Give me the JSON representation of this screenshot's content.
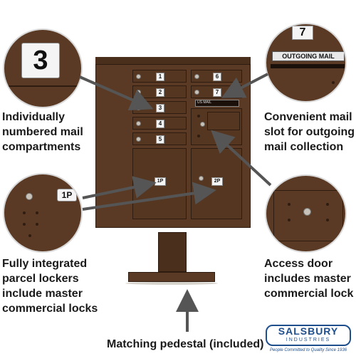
{
  "callouts": {
    "top_left": {
      "line1": "Individually",
      "line2": "numbered mail",
      "line3": "compartments"
    },
    "top_right": {
      "line1": "Convenient mail",
      "line2": "slot for outgoing",
      "line3": "mail collection"
    },
    "bottom_left": {
      "line1": "Fully integrated",
      "line2": "parcel lockers",
      "line3": "include master",
      "line4": "commercial locks"
    },
    "bottom_right": {
      "line1": "Access door",
      "line2": "includes master",
      "line3": "commercial lock"
    },
    "bottom_center": "Matching pedestal (included)"
  },
  "zoom_circles": {
    "top_left_number": "3",
    "top_right_number": "7",
    "top_right_slot_label": "OUTGOING MAIL",
    "bottom_left_label": "1P"
  },
  "compartments": {
    "left": [
      "1",
      "2",
      "3",
      "4",
      "5"
    ],
    "right": [
      "6",
      "7"
    ],
    "parcel": [
      "1P",
      "2P"
    ],
    "slot_label": "US MAIL"
  },
  "brand": {
    "name": "SALSBURY",
    "sub": "INDUSTRIES",
    "tagline": "People Committed to Quality Since 1936"
  },
  "colors": {
    "bronze": "#553621",
    "bronze_dark": "#2e1c10",
    "caption": "#1a1a1a",
    "brand_blue": "#1f4e8c"
  }
}
